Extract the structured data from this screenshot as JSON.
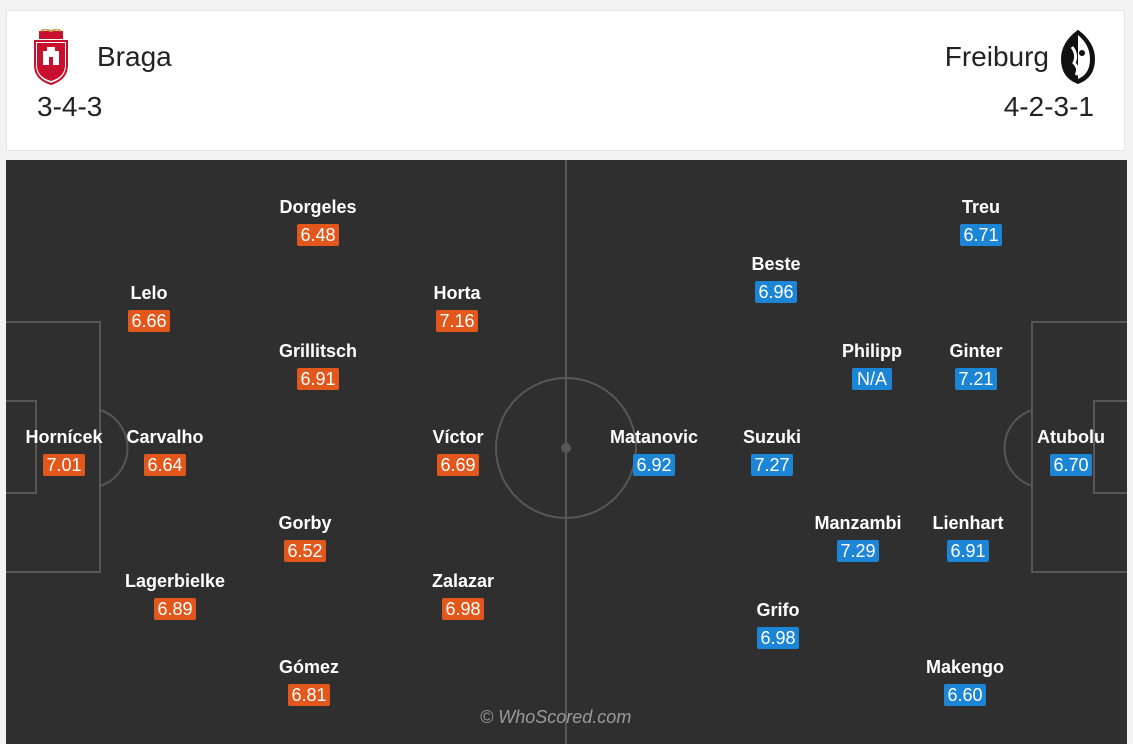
{
  "home": {
    "name": "Braga",
    "formation": "3-4-3",
    "crest_icon": "braga-crest-icon",
    "rating_color": "#e2581c",
    "players": [
      {
        "name": "Dorgeles",
        "rating": "6.48"
      },
      {
        "name": "Lelo",
        "rating": "6.66"
      },
      {
        "name": "Horta",
        "rating": "7.16"
      },
      {
        "name": "Grillitsch",
        "rating": "6.91"
      },
      {
        "name": "Hornícek",
        "rating": "7.01"
      },
      {
        "name": "Carvalho",
        "rating": "6.64"
      },
      {
        "name": "Víctor",
        "rating": "6.69"
      },
      {
        "name": "Gorby",
        "rating": "6.52"
      },
      {
        "name": "Lagerbielke",
        "rating": "6.89"
      },
      {
        "name": "Zalazar",
        "rating": "6.98"
      },
      {
        "name": "Gómez",
        "rating": "6.81"
      }
    ]
  },
  "away": {
    "name": "Freiburg",
    "formation": "4-2-3-1",
    "crest_icon": "freiburg-crest-icon",
    "rating_color": "#1d85d6",
    "players": [
      {
        "name": "Treu",
        "rating": "6.71"
      },
      {
        "name": "Beste",
        "rating": "6.96"
      },
      {
        "name": "Philipp",
        "rating": "N/A"
      },
      {
        "name": "Ginter",
        "rating": "7.21"
      },
      {
        "name": "Matanovic",
        "rating": "6.92"
      },
      {
        "name": "Suzuki",
        "rating": "7.27"
      },
      {
        "name": "Atubolu",
        "rating": "6.70"
      },
      {
        "name": "Manzambi",
        "rating": "7.29"
      },
      {
        "name": "Lienhart",
        "rating": "6.91"
      },
      {
        "name": "Grifo",
        "rating": "6.98"
      },
      {
        "name": "Makengo",
        "rating": "6.60"
      }
    ]
  },
  "pitch_color": "#2f2f2f",
  "watermark": "© WhoScored.com"
}
